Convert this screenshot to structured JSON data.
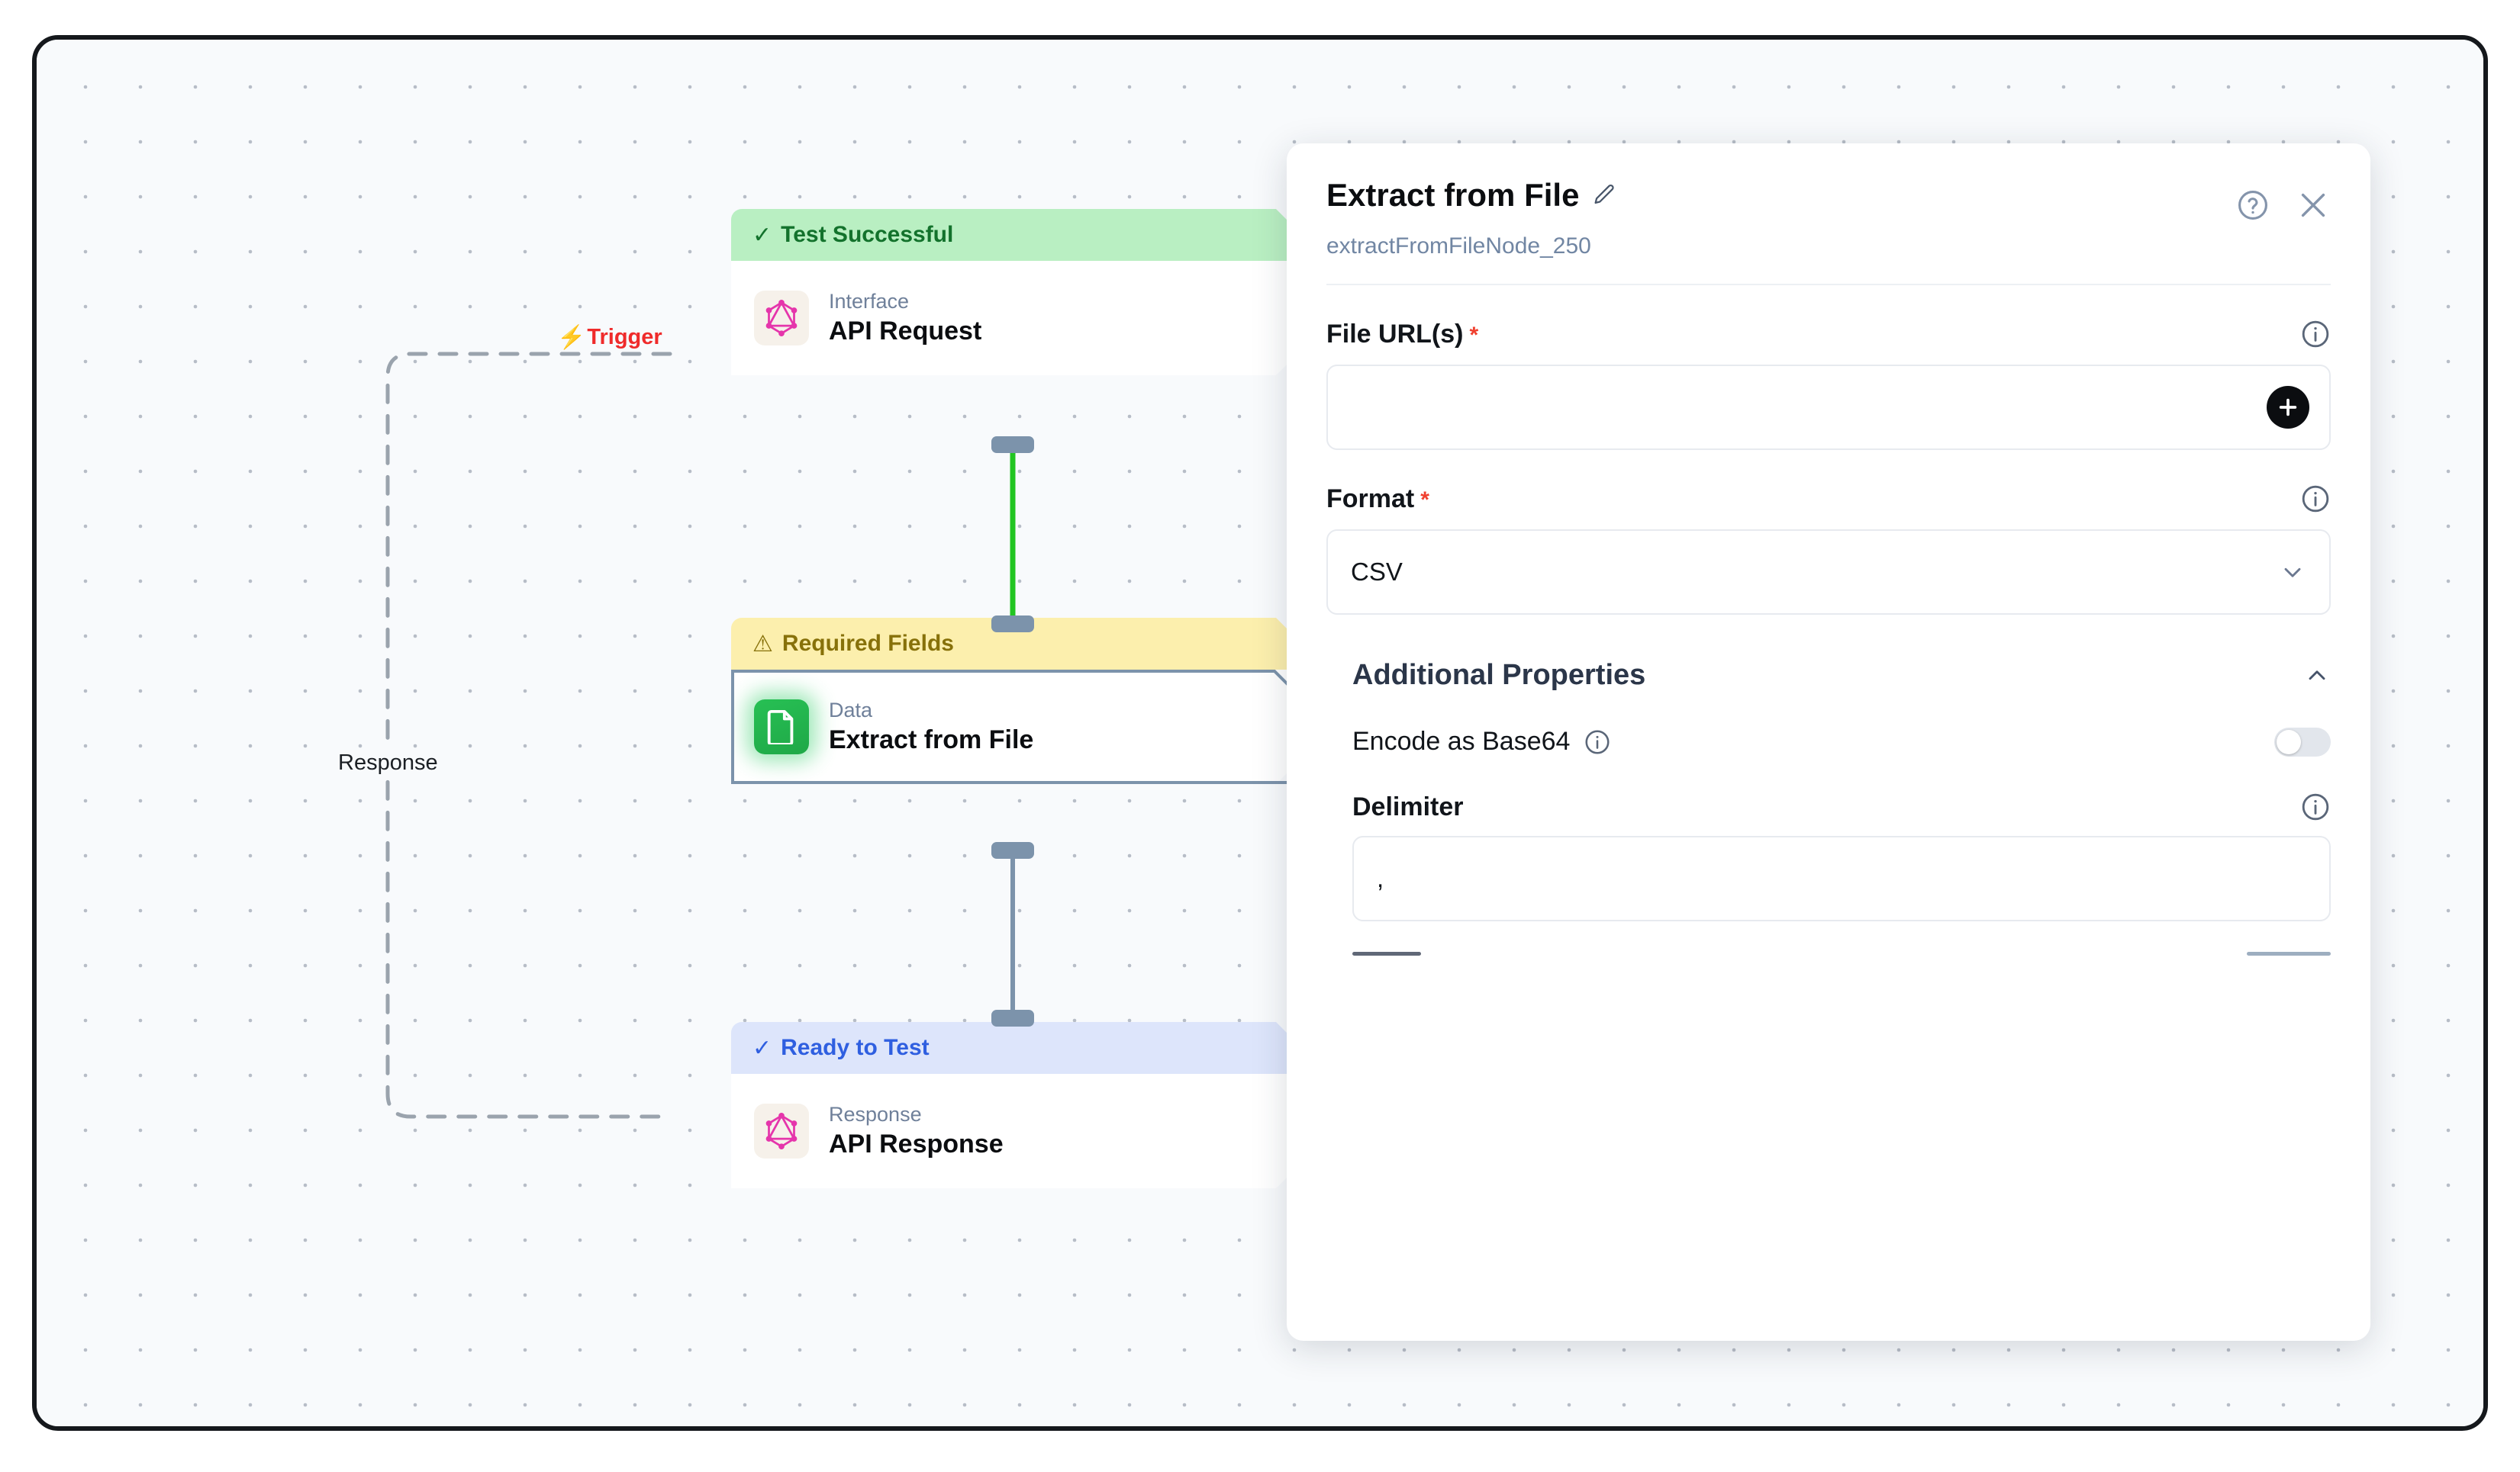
{
  "canvas": {
    "edges": [
      {
        "label": "Trigger",
        "icon": "lightning-bolt-icon",
        "style": "dashed",
        "color": "#ef2b2b"
      },
      {
        "label": "Response",
        "style": "dashed",
        "color": "#1b1f24"
      }
    ],
    "nodes": [
      {
        "status": "Test Successful",
        "status_icon": "check-icon",
        "status_type": "success",
        "kind": "Interface",
        "title": "API Request",
        "icon": "graphql-icon",
        "selected": false
      },
      {
        "status": "Required Fields",
        "status_icon": "warning-triangle-icon",
        "status_type": "warning",
        "kind": "Data",
        "title": "Extract from File",
        "icon": "document-file-icon",
        "selected": true
      },
      {
        "status": "Ready to Test",
        "status_icon": "check-icon",
        "status_type": "ready",
        "kind": "Response",
        "title": "API Response",
        "icon": "graphql-icon",
        "selected": false
      }
    ]
  },
  "panel": {
    "title": "Extract from File",
    "edit_icon": "pencil-icon",
    "help_icon": "help-circle-icon",
    "close_icon": "close-x-icon",
    "subtitle": "extractFromFileNode_250",
    "fields": {
      "file_urls": {
        "label": "File URL(s)",
        "required_marker": "*",
        "info_icon": "info-icon",
        "value": "",
        "placeholder": "",
        "add_icon": "plus-icon"
      },
      "format": {
        "label": "Format",
        "required_marker": "*",
        "info_icon": "info-icon",
        "value": "CSV",
        "chevron_icon": "chevron-down-icon",
        "options": [
          "CSV"
        ]
      }
    },
    "additional_properties": {
      "title": "Additional Properties",
      "collapse_icon": "chevron-up-icon",
      "encode_base64": {
        "label": "Encode as Base64",
        "info_icon": "info-icon",
        "enabled": false
      },
      "delimiter": {
        "label": "Delimiter",
        "info_icon": "info-icon",
        "value": ","
      }
    }
  },
  "colors": {
    "success": "#b9efc2",
    "warning": "#fcefad",
    "ready": "#dde5fb",
    "edge_active": "#22c522",
    "edge_idle": "#7c93ab",
    "accent_red": "#ef2b2b"
  }
}
